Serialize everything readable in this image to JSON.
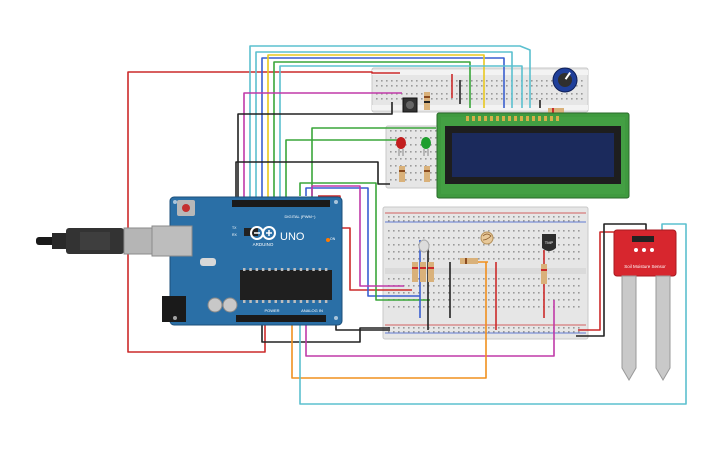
{
  "arduino": {
    "brand": "ARDUINO",
    "model": "UNO",
    "digital_label": "DIGITAL (PWM~)",
    "power_label": "POWER",
    "analog_label": "ANALOG IN",
    "on_label": "ON",
    "tx_label": "TX",
    "rx_label": "RX"
  },
  "soil_sensor": {
    "label": "Soil Moisture Sensor"
  },
  "temp_sensor": {
    "label": "TMP"
  },
  "colors": {
    "board": "#2a6fa6",
    "breadboard": "#e7e7e7",
    "lcd_frame": "#3f9a3f",
    "lcd_screen": "#1b2a5c",
    "sensor": "#d7262e",
    "wire_red": "#cc2a2a",
    "wire_black": "#222222",
    "wire_cyan": "#5bc0cf",
    "wire_blue": "#3a5fd0",
    "wire_green": "#3aa63a",
    "wire_magenta": "#c03aa8",
    "wire_orange": "#f0901e",
    "wire_yellow": "#e8c81e"
  }
}
